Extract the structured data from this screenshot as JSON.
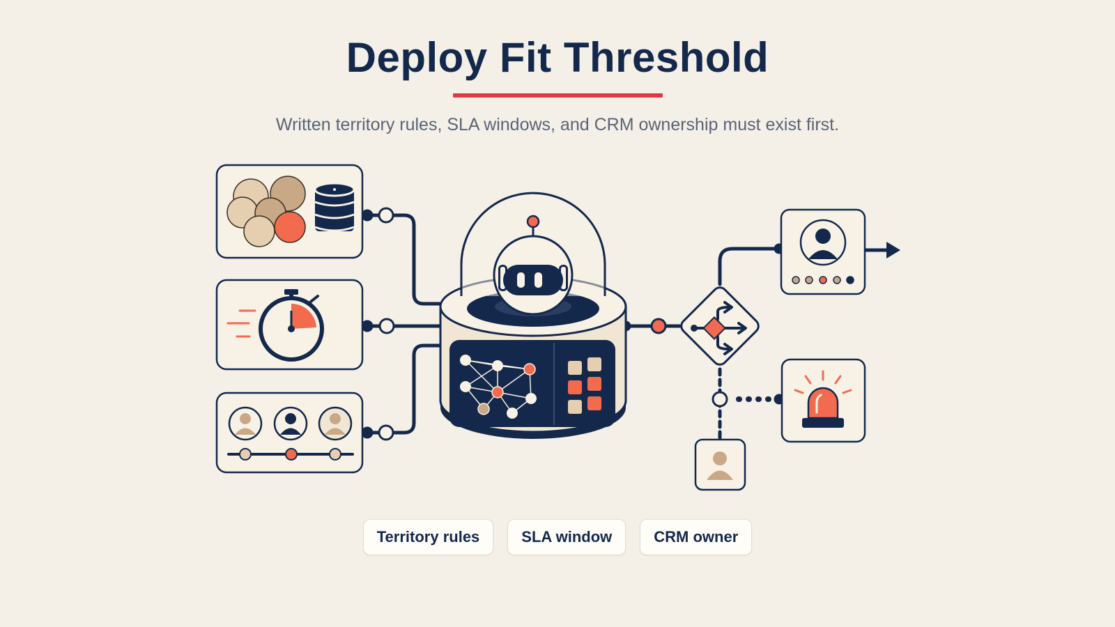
{
  "title": "Deploy Fit Threshold",
  "subtitle": "Written territory rules, SLA windows, and CRM ownership must exist first.",
  "pills": [
    {
      "label": "Territory rules"
    },
    {
      "label": "SLA window"
    },
    {
      "label": "CRM owner"
    }
  ],
  "colors": {
    "navy": "#14284b",
    "accent_red": "#d83b40",
    "coral": "#f26b4f",
    "tan": "#c9a886",
    "cream": "#f8f2e6",
    "background": "#f4f0e8"
  },
  "diagram": {
    "inputs": [
      {
        "name": "territory-map-and-database",
        "icons": [
          "map-regions-icon",
          "database-icon"
        ]
      },
      {
        "name": "sla-stopwatch",
        "icons": [
          "stopwatch-icon"
        ]
      },
      {
        "name": "crm-owners",
        "icons": [
          "person-icon",
          "person-icon",
          "person-icon",
          "owner-slider-icon"
        ]
      }
    ],
    "hub": {
      "name": "ai-robot-engine",
      "icons": [
        "robot-icon",
        "network-graph-icon",
        "status-grid-icon"
      ]
    },
    "decision": {
      "name": "routing-decision",
      "icons": [
        "branch-arrows-icon"
      ]
    },
    "outputs": [
      {
        "name": "assigned-owner",
        "icons": [
          "person-icon",
          "arrow-right-icon"
        ]
      },
      {
        "name": "escalation-alert",
        "icons": [
          "siren-icon"
        ]
      },
      {
        "name": "fallback-owner",
        "icons": [
          "person-icon"
        ]
      }
    ]
  }
}
